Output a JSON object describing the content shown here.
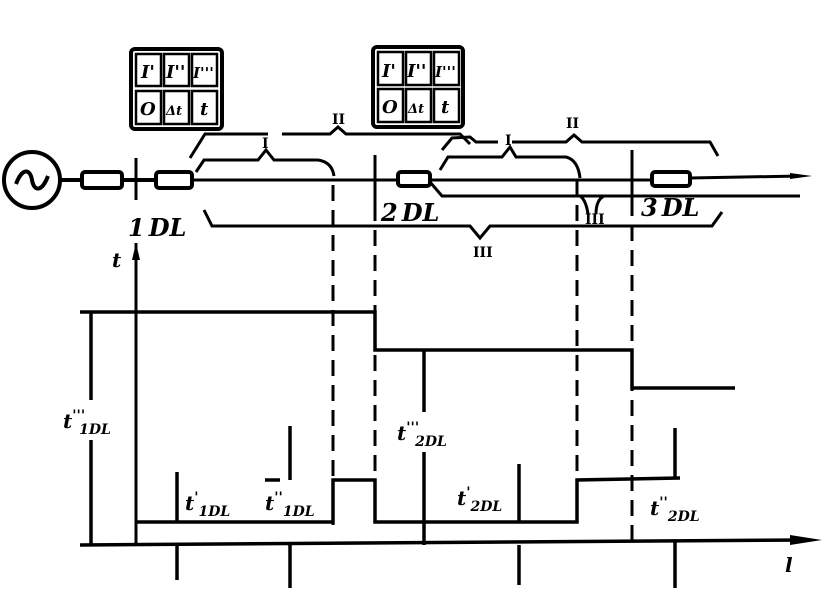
{
  "diagram": {
    "title": "",
    "colors": {
      "ink": "#000000",
      "background": "#ffffff"
    },
    "source": {
      "icon": "ac-generator-icon",
      "symbol": "~"
    },
    "relay_panels": [
      {
        "id": "panel-1",
        "cells": [
          "I'",
          "I''",
          "I'''",
          "O",
          "Δt",
          "t"
        ]
      },
      {
        "id": "panel-2",
        "cells": [
          "I'",
          "I''",
          "I'''",
          "O",
          "Δt",
          "t"
        ]
      }
    ],
    "breakers": [
      {
        "label_num": "1",
        "label_text": "DL"
      },
      {
        "label_num": "2",
        "label_text": "DL"
      },
      {
        "label_num": "3",
        "label_text": "DL"
      }
    ],
    "zones": {
      "zone_1_line1": "I",
      "zone_2_line1": "II",
      "zone_1_line2": "I",
      "zone_2_line2": "II",
      "zone_3_line1": "III",
      "zone_3_line2": "III"
    },
    "axes": {
      "y_label": "t",
      "x_label": "l"
    },
    "time_labels": {
      "t3_1": {
        "main": "t",
        "prime": "'''",
        "sub": "1DL"
      },
      "t1_1": {
        "main": "t",
        "prime": "'",
        "sub": "1DL"
      },
      "t2_1": {
        "main": "t",
        "prime": "''",
        "sub": "1DL"
      },
      "t3_2": {
        "main": "t",
        "prime": "'''",
        "sub": "2DL"
      },
      "t1_2": {
        "main": "t",
        "prime": "'",
        "sub": "2DL"
      },
      "t2_2": {
        "main": "t",
        "prime": "''",
        "sub": "2DL"
      }
    }
  }
}
